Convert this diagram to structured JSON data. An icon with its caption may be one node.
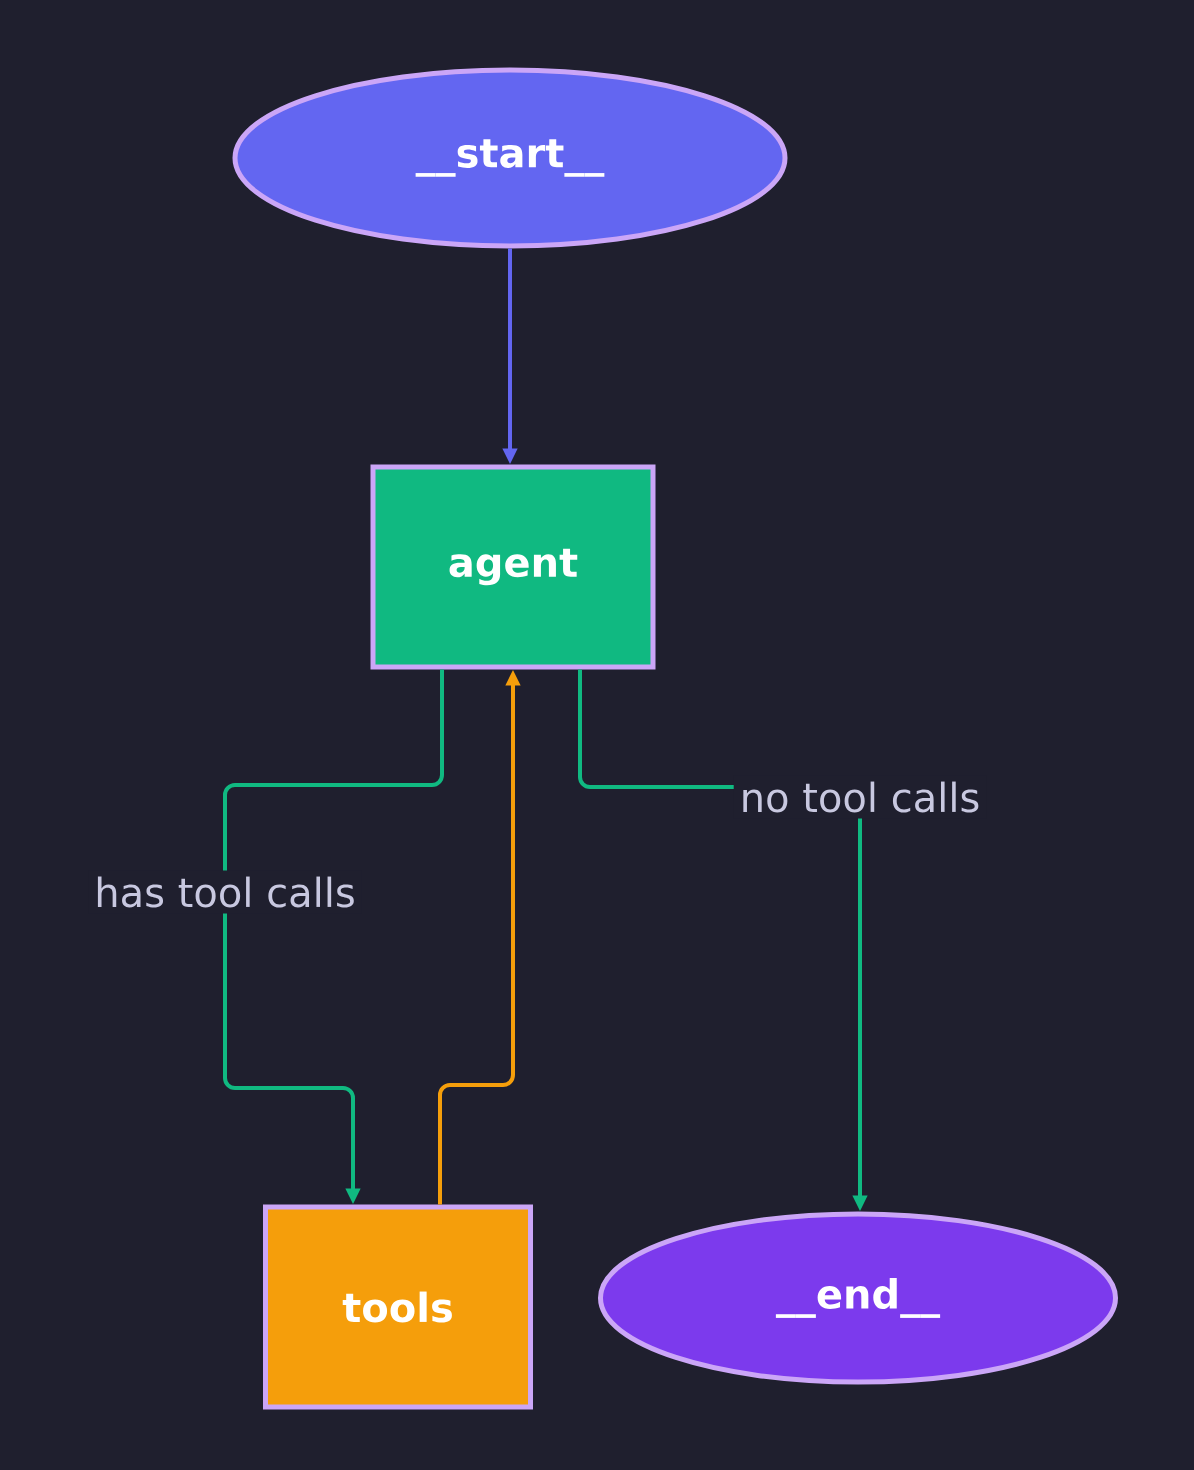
{
  "diagram": {
    "nodes": [
      {
        "text": [
          "__start__"
        ]
      },
      {
        "text": [
          "agent"
        ]
      },
      {
        "text": [
          "tools"
        ]
      },
      {
        "text": [
          "__end__"
        ]
      }
    ],
    "edges": [
      {
        "from": 0,
        "to": 1,
        "arrow": "to",
        "color": "#6366f1"
      },
      {
        "from": 1,
        "to": 2,
        "arrow": "to",
        "label": "has tool calls"
      },
      {
        "from": 2,
        "to": 1,
        "arrow": "to",
        "color": "#f59e0b"
      },
      {
        "from": 1,
        "to": 3,
        "arrow": "to",
        "label": "no tool calls"
      }
    ]
  }
}
